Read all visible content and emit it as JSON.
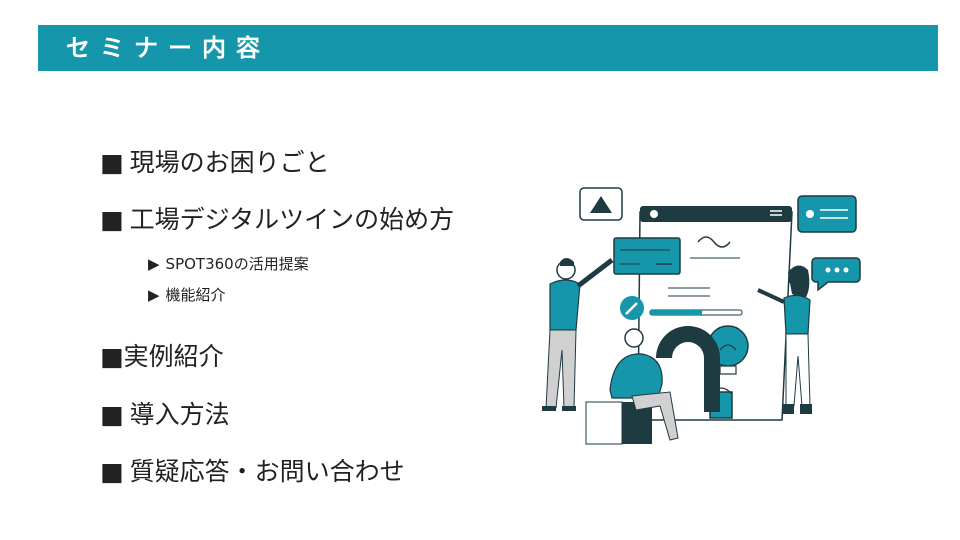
{
  "title": "セミナー内容",
  "colors": {
    "accent": "#1696aa",
    "dark": "#1e3b42",
    "gray": "#d0d0d0"
  },
  "bullet_square": "■",
  "bullet_triangle": "▶",
  "items": [
    {
      "label": "現場のお困りごと"
    },
    {
      "label": "工場デジタルツインの始め方"
    },
    {
      "label": "実例紹介"
    },
    {
      "label": "導入方法"
    },
    {
      "label": "質疑応答・お問い合わせ"
    }
  ],
  "sub_items": [
    {
      "label": "SPOT360の活用提案"
    },
    {
      "label": "機能紹介"
    }
  ],
  "illustration": {
    "icons": [
      "warning-card-icon",
      "profile-card-icon",
      "chat-bubble-icon",
      "code-card-icon",
      "wrench-icon",
      "lightbulb-icon",
      "paint-bucket-icon"
    ]
  }
}
